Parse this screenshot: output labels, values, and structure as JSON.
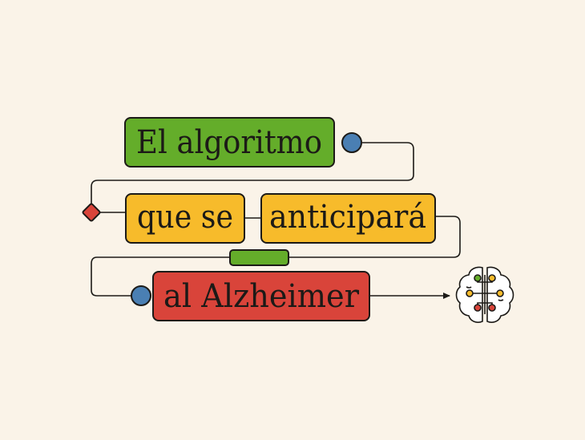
{
  "headline": {
    "line1": "El algoritmo",
    "line2_word1": "que se",
    "line2_word2": "anticipará",
    "line3": "al Alzheimer"
  },
  "colors": {
    "background": "#faf3e8",
    "green": "#64ad2a",
    "yellow": "#f7bb2b",
    "red": "#d9443a",
    "blue": "#4a7fb3",
    "ink": "#1c1a17"
  },
  "icons": {
    "end_icon": "brain-circuit-icon",
    "connector_dot": "circle-node-icon",
    "connector_diamond": "diamond-node-icon"
  }
}
